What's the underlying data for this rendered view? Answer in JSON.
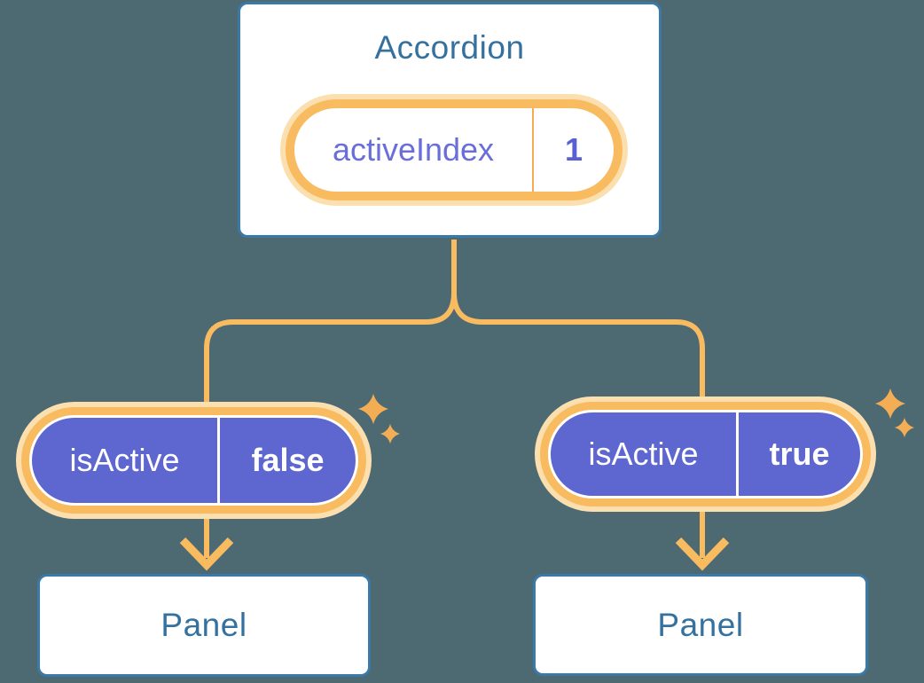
{
  "diagram": {
    "description": "React state diagram: Accordion component holds activeIndex state and passes isActive props down to two Panel children",
    "root": {
      "title": "Accordion",
      "state_pill": {
        "label": "activeIndex",
        "value": "1"
      }
    },
    "children": [
      {
        "prop_pill": {
          "label": "isActive",
          "value": "false"
        },
        "panel": {
          "title": "Panel"
        }
      },
      {
        "prop_pill": {
          "label": "isActive",
          "value": "true"
        },
        "panel": {
          "title": "Panel"
        }
      }
    ]
  },
  "icons": {
    "sparkle": "four-point-star"
  },
  "colors": {
    "background": "#4D6972",
    "card_fill": "#FFFFFF",
    "card_border": "#3B79A8",
    "blue_text": "#35719F",
    "orange_line": "#F8BB60",
    "orange_halo": "#FBDFAF",
    "purple_fill": "#5E66D0",
    "purple_text": "#6A6ED8",
    "purple_value_text": "#5A60D2",
    "sparkle": "#F3AE55",
    "white_text": "#FFFFFF"
  }
}
